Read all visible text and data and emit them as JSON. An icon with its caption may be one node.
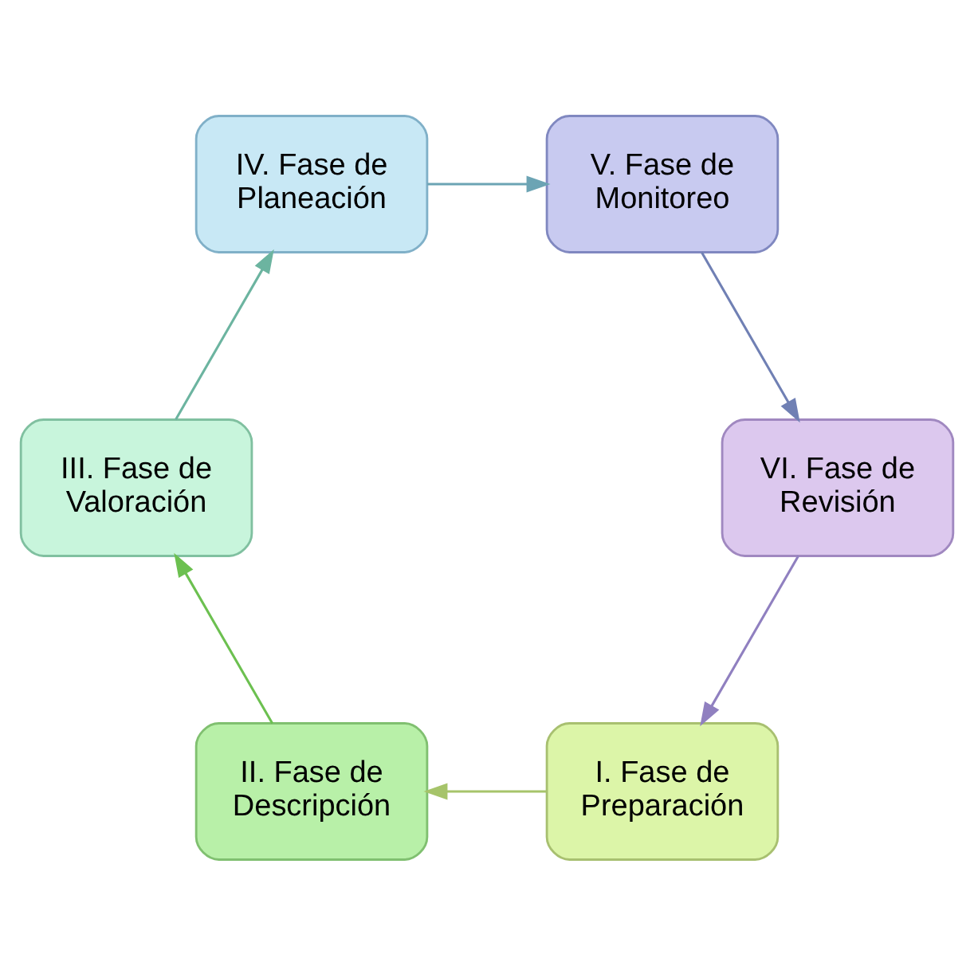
{
  "diagram": {
    "nodes": [
      {
        "text": [
          "I. Fase de Preparación"
        ]
      },
      {
        "text": [
          "II. Fase de Descripción"
        ]
      },
      {
        "text": [
          "III. Fase de Valoración"
        ]
      },
      {
        "text": [
          "IV. Fase de Planeación"
        ]
      },
      {
        "text": [
          "V. Fase de Monitoreo"
        ]
      },
      {
        "text": [
          "VI. Fase de Revisión"
        ]
      }
    ],
    "edges": [
      {
        "from": 0,
        "to": 1,
        "arrow": "to",
        "color": "#a6c46a"
      },
      {
        "from": 1,
        "to": 2,
        "arrow": "to",
        "color": "#6cc050"
      },
      {
        "from": 2,
        "to": 3,
        "arrow": "to",
        "color": "#6cb4a0"
      },
      {
        "from": 3,
        "to": 4,
        "arrow": "to",
        "color": "#6ca4b4"
      },
      {
        "from": 4,
        "to": 5,
        "arrow": "to",
        "color": "#7080b4"
      },
      {
        "from": 5,
        "to": 0,
        "arrow": "to",
        "color": "#9080c0"
      }
    ]
  }
}
